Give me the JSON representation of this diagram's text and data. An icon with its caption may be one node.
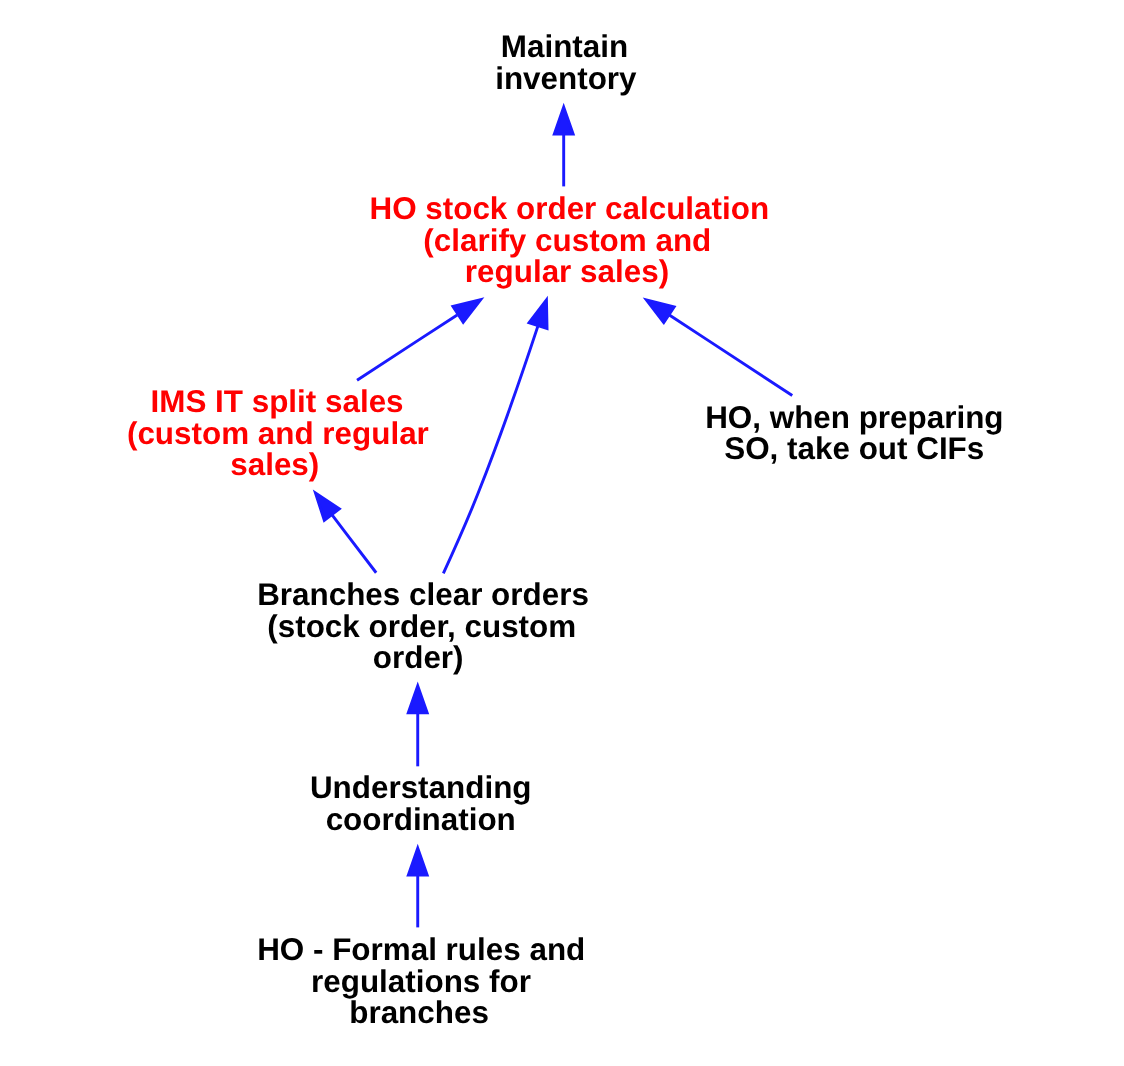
{
  "diagram": {
    "nodes": [
      {
        "text": [
          "IMS IT split sales (custom and regular sales)"
        ]
      },
      {
        "text": [
          "HO stock order calculation (clarify custom and regular sales)"
        ]
      },
      {
        "text": [
          "Maintain inventory"
        ]
      },
      {
        "text": [
          "Branches clear orders (stock order, custom order)"
        ]
      },
      {
        "text": [
          "HO, when preparing SO, take out CIFs"
        ]
      },
      {
        "text": [
          "Understanding coordination"
        ]
      },
      {
        "text": [
          "HO - Formal rules and regulations for branches"
        ]
      }
    ],
    "edges": [
      {
        "from": 0,
        "to": 1,
        "arrow": "to"
      },
      {
        "from": 1,
        "to": 2,
        "arrow": "to"
      },
      {
        "from": 3,
        "to": 0,
        "arrow": "to"
      },
      {
        "from": 3,
        "to": 1,
        "arrow": "to"
      },
      {
        "from": 4,
        "to": 1,
        "arrow": "to"
      },
      {
        "from": 5,
        "to": 3,
        "arrow": "to"
      },
      {
        "from": 6,
        "to": 5,
        "arrow": "to"
      }
    ]
  }
}
